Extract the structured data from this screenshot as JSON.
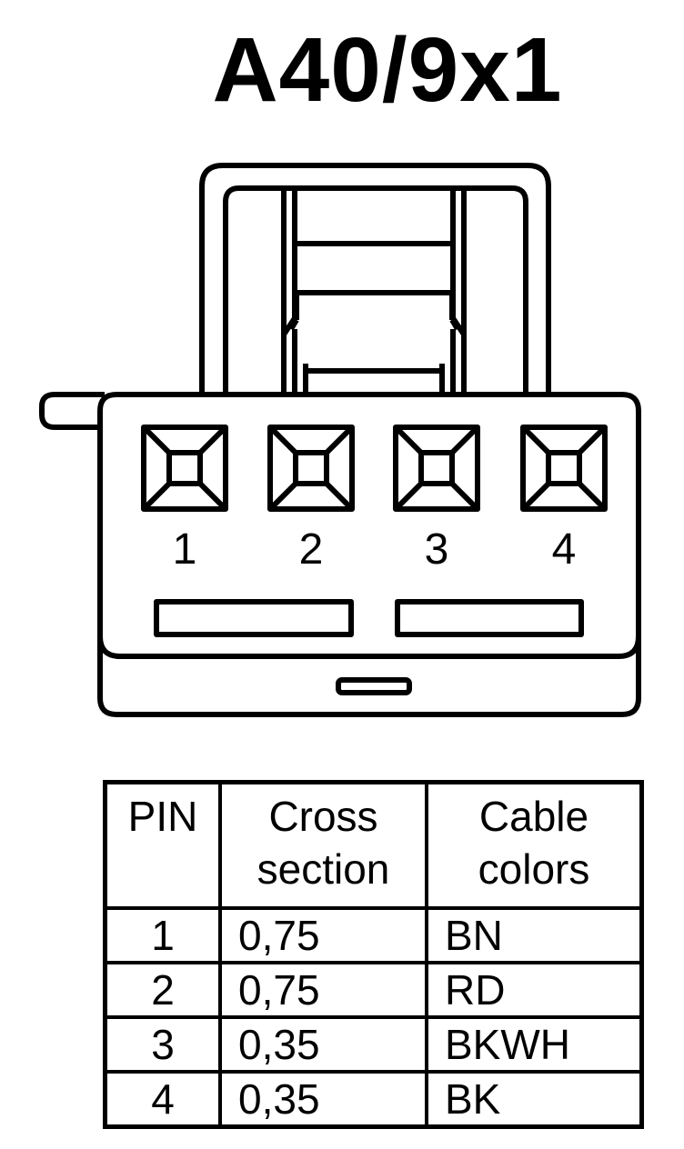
{
  "title": "A40/9x1",
  "pin_labels": [
    "1",
    "2",
    "3",
    "4"
  ],
  "table": {
    "headers": {
      "pin": "PIN",
      "cross_line1": "Cross",
      "cross_line2": "section",
      "color_line1": "Cable",
      "color_line2": "colors"
    },
    "rows": [
      {
        "pin": "1",
        "cross": "0,75",
        "color": "BN"
      },
      {
        "pin": "2",
        "cross": "0,75",
        "color": "RD"
      },
      {
        "pin": "3",
        "cross": "0,35",
        "color": "BKWH"
      },
      {
        "pin": "4",
        "cross": "0,35",
        "color": "BK"
      }
    ]
  }
}
